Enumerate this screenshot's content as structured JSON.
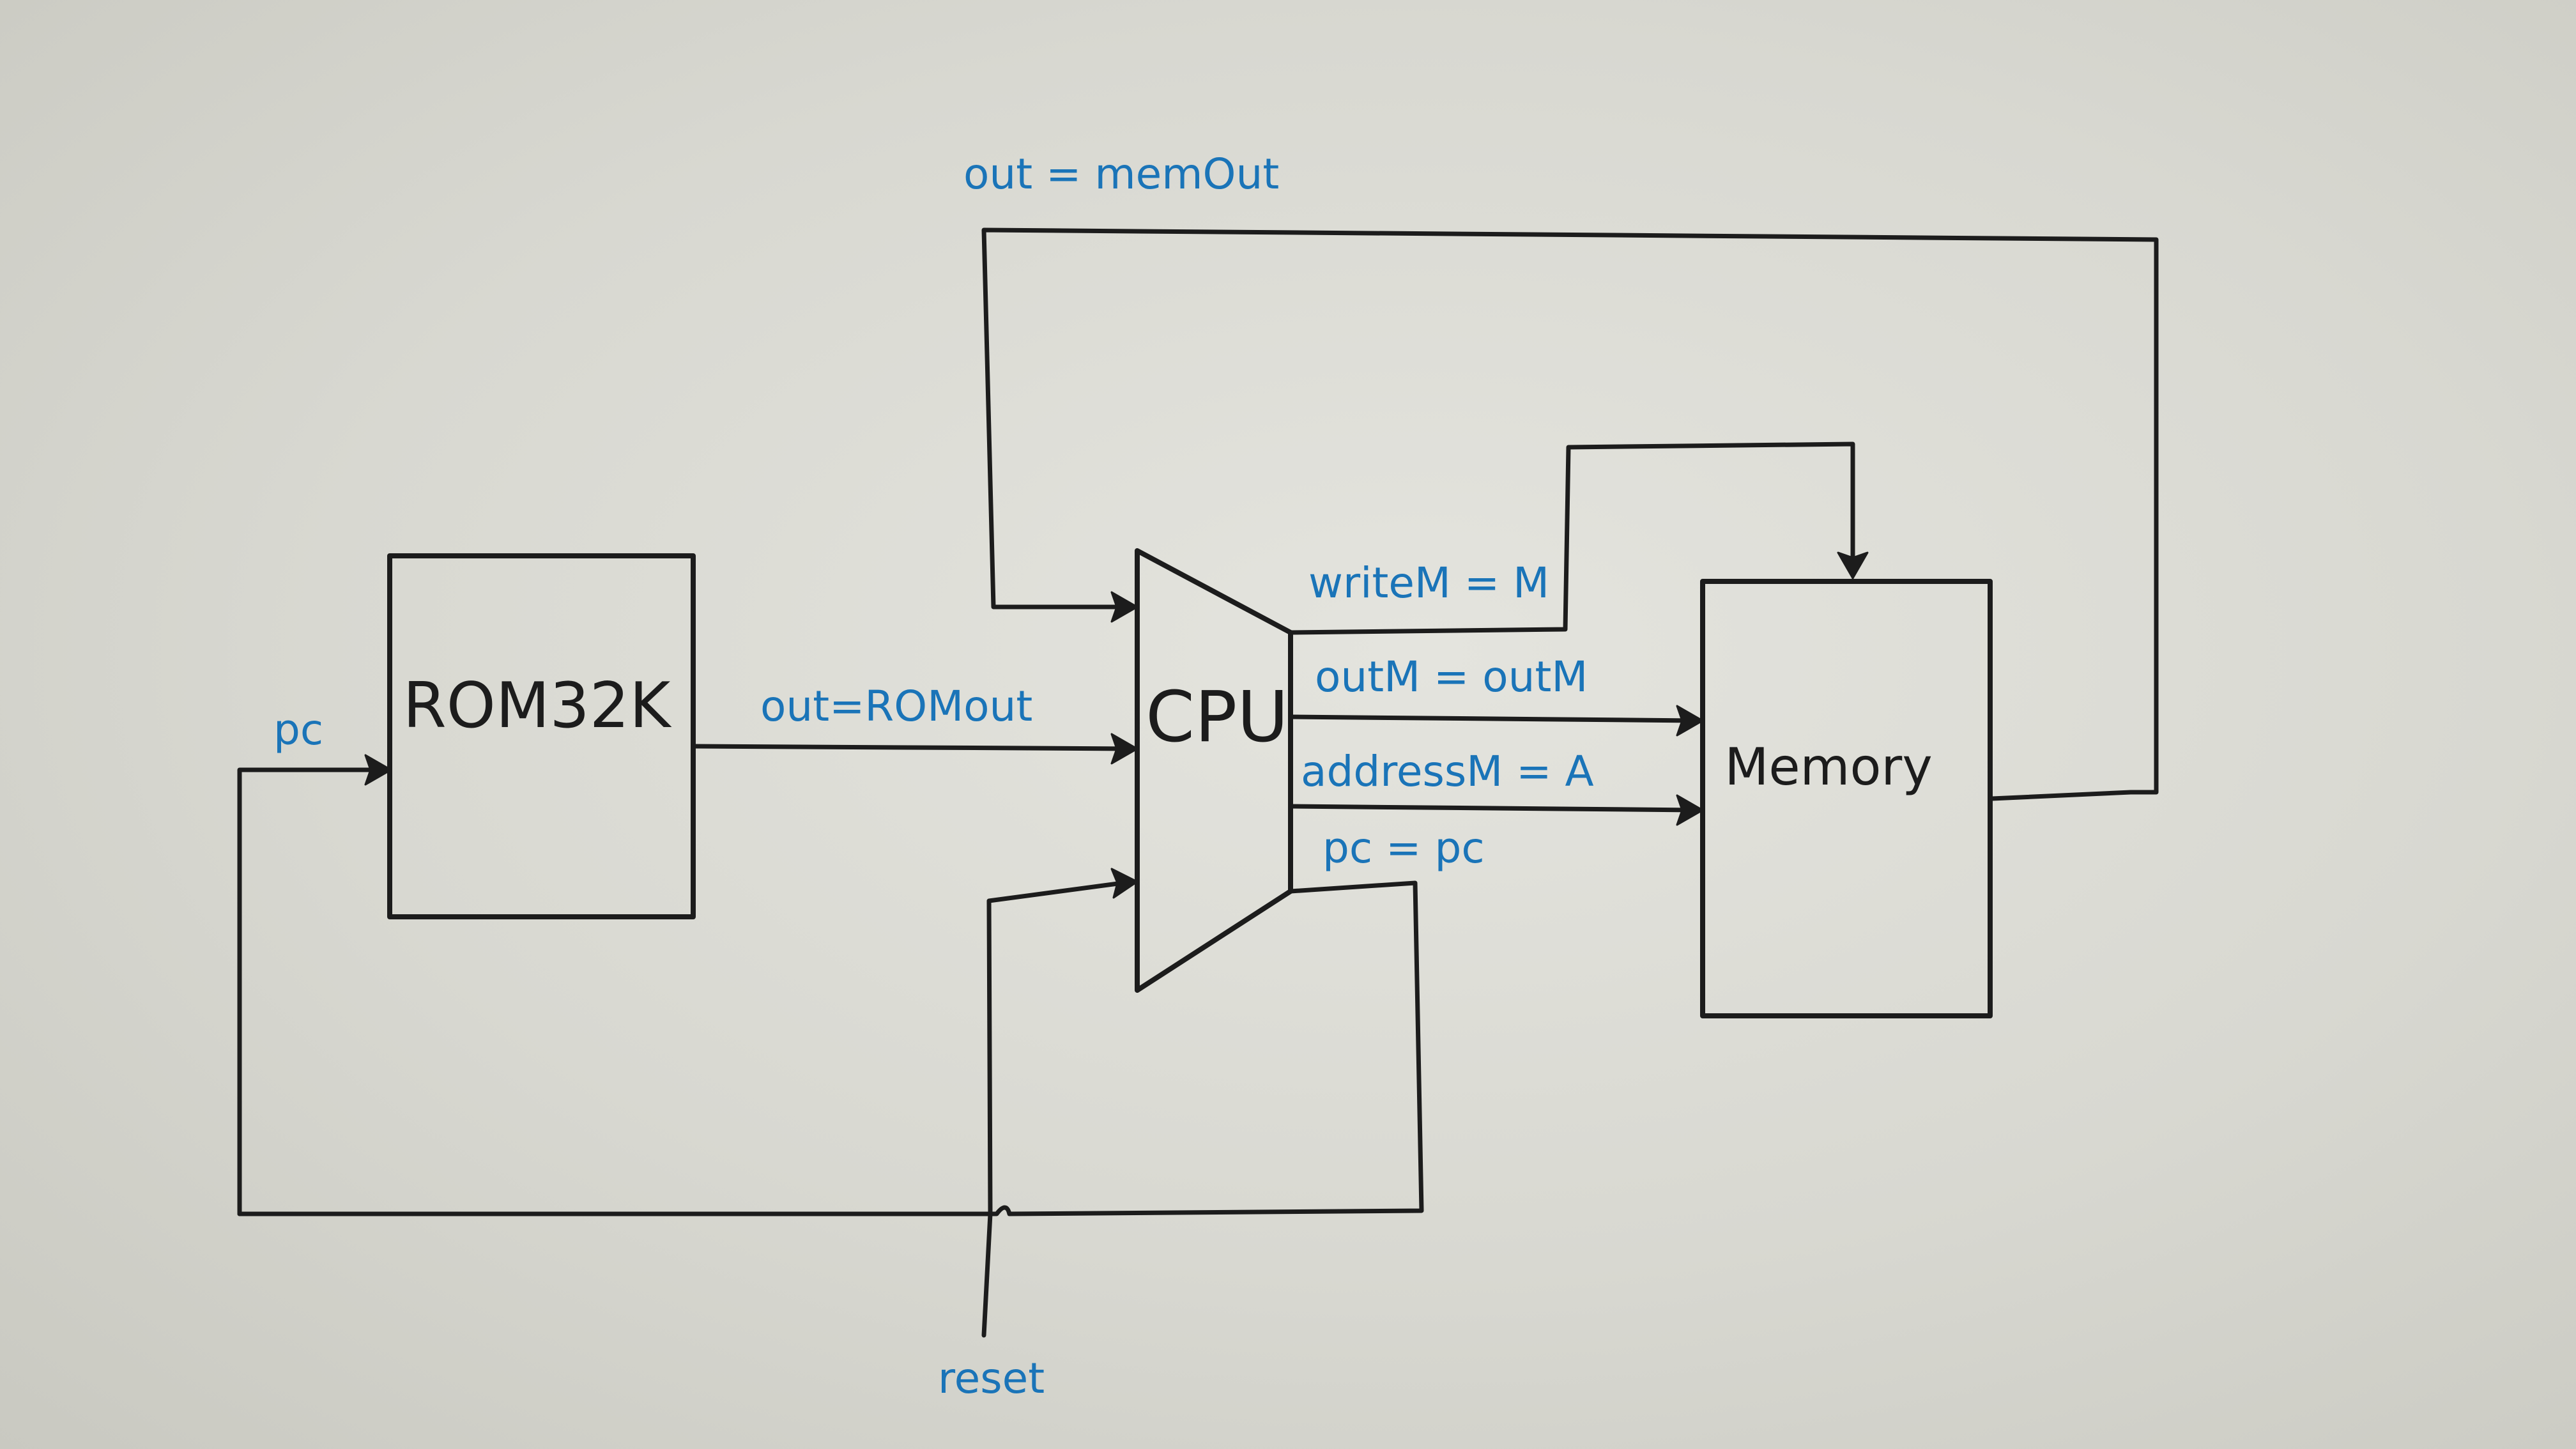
{
  "components": {
    "rom": "ROM32K",
    "cpu": "CPU",
    "memory": "Memory"
  },
  "signals": {
    "pc_input": "pc",
    "rom_out": "out=ROMout",
    "mem_out": "out = memOut",
    "write_m": "writeM = M",
    "out_m": "outM = outM",
    "address_m": "addressM = A",
    "pc_feedback": "pc = pc",
    "reset": "reset"
  },
  "colors": {
    "ink": "#1c1c1c",
    "label_ink": "#1a74b8",
    "paper": "#d9d9d2"
  }
}
